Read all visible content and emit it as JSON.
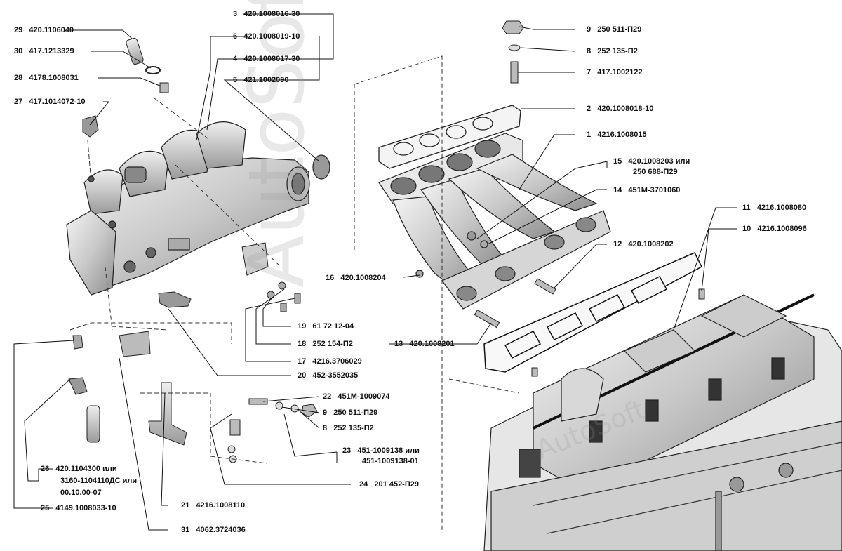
{
  "watermark": "AutoSoft",
  "callouts": [
    {
      "n": "29",
      "code": "420.1106040"
    },
    {
      "n": "30",
      "code": "417.1213329"
    },
    {
      "n": "28",
      "code": "4178.1008031"
    },
    {
      "n": "27",
      "code": "417.1014072-10"
    },
    {
      "n": "3",
      "code": "420.1008016-30"
    },
    {
      "n": "6",
      "code": "420.1008019-10"
    },
    {
      "n": "4",
      "code": "420.1008017-30"
    },
    {
      "n": "5",
      "code": "421.1002090"
    },
    {
      "n": "9",
      "code": "250 511-П29"
    },
    {
      "n": "8",
      "code": "252 135-П2"
    },
    {
      "n": "7",
      "code": "417.1002122"
    },
    {
      "n": "2",
      "code": "420.1008018-10"
    },
    {
      "n": "1",
      "code": "4216.1008015"
    },
    {
      "n": "15",
      "code": "420.1008203 или",
      "code2": "250 688-П29"
    },
    {
      "n": "14",
      "code": "451М-3701060"
    },
    {
      "n": "11",
      "code": "4216.1008080"
    },
    {
      "n": "10",
      "code": "4216.1008096"
    },
    {
      "n": "12",
      "code": "420.1008202"
    },
    {
      "n": "16",
      "code": "420.1008204"
    },
    {
      "n": "19",
      "code": "61 72 12-04"
    },
    {
      "n": "18",
      "code": "252 154-П2"
    },
    {
      "n": "13",
      "code": "420.1008201"
    },
    {
      "n": "17",
      "code": "4216.3706029"
    },
    {
      "n": "20",
      "code": "452-3552035"
    },
    {
      "n": "22",
      "code": "451М-1009074"
    },
    {
      "n": "9",
      "code": "250 511-П29"
    },
    {
      "n": "8",
      "code": "252 135-П2"
    },
    {
      "n": "23",
      "code": "451-1009138 или",
      "code2": "451-1009138-01"
    },
    {
      "n": "24",
      "code": "201 452-П29"
    },
    {
      "n": "26",
      "code": "420.1104300 или",
      "code2": "3160-1104110ДС или",
      "code3": "00.10.00-07"
    },
    {
      "n": "25",
      "code": "4149.1008033-10"
    },
    {
      "n": "21",
      "code": "4216.1008110"
    },
    {
      "n": "31",
      "code": "4062.3724036"
    }
  ]
}
